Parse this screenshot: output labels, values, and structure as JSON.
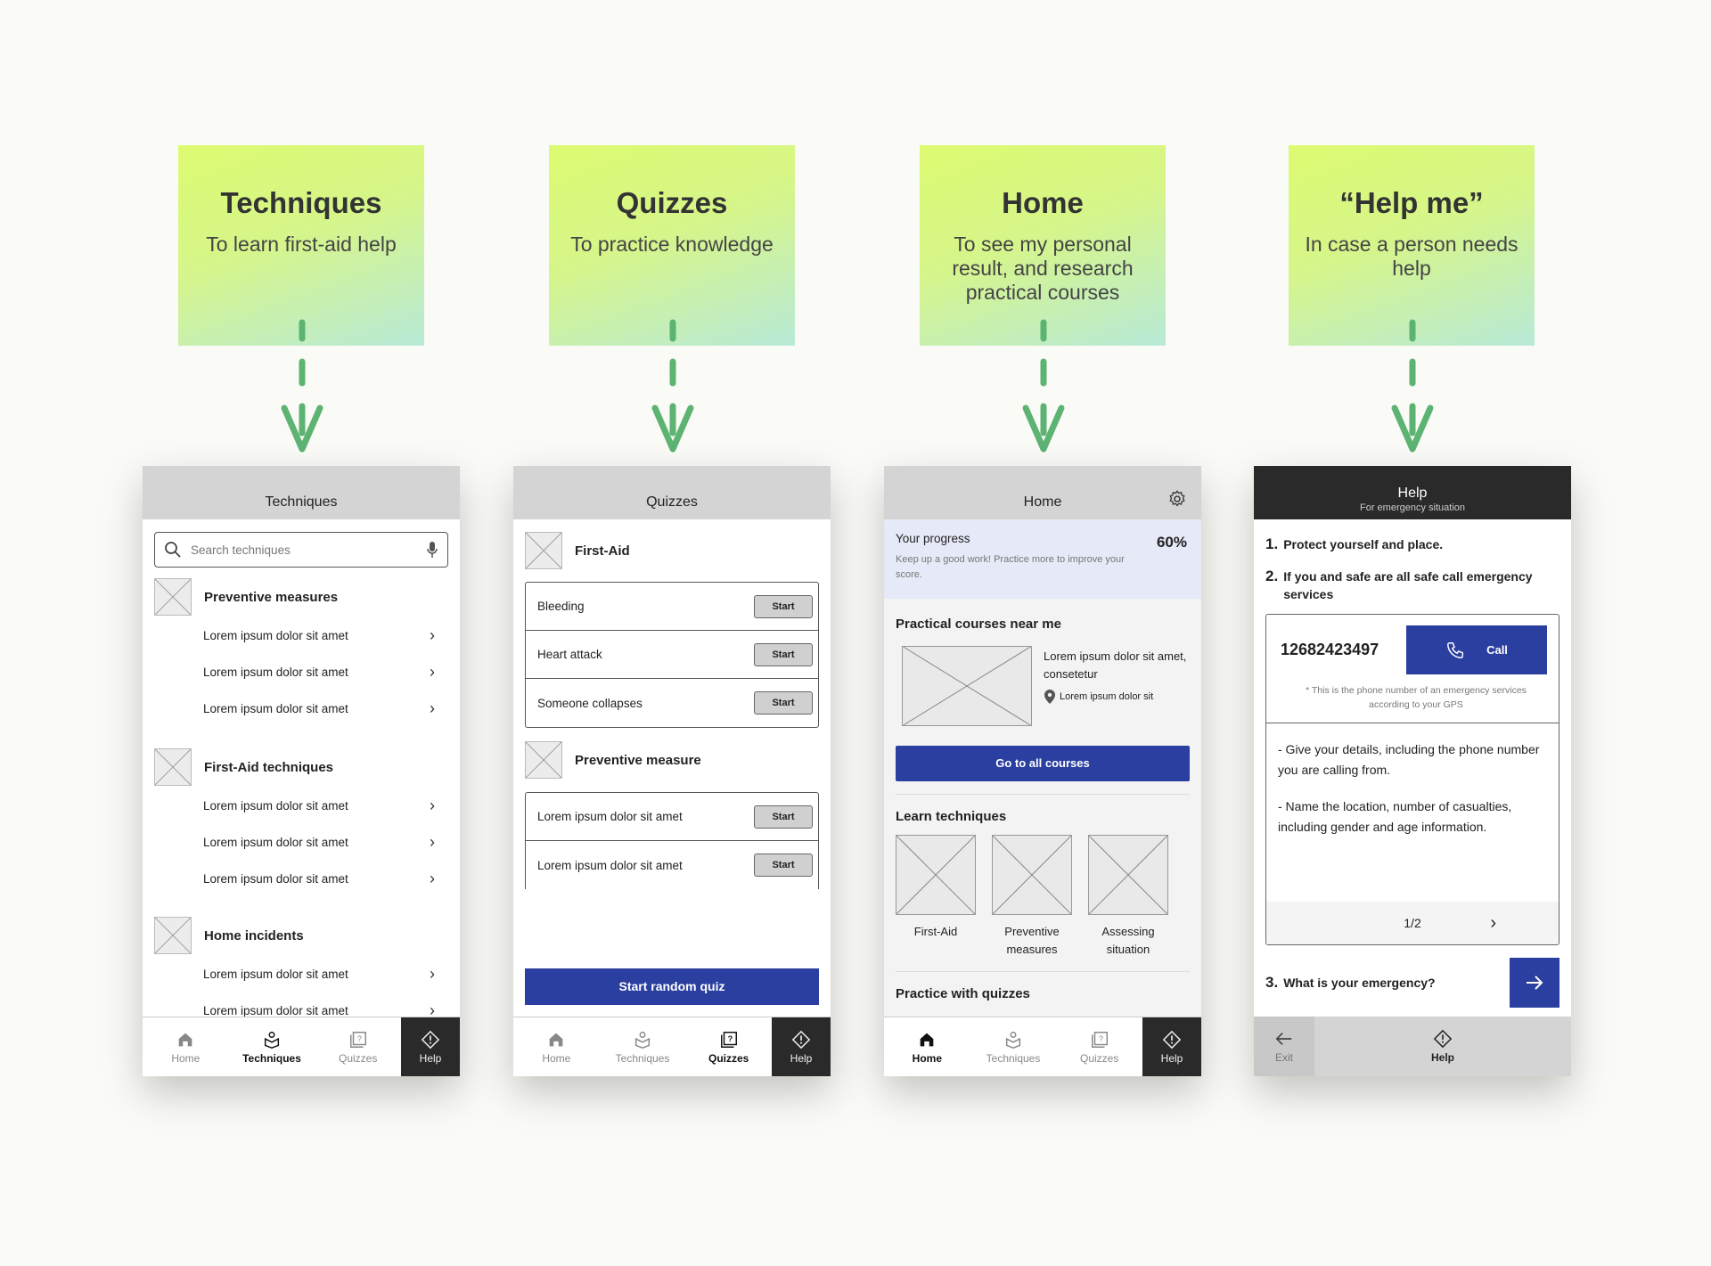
{
  "notes": [
    {
      "title": "Techniques",
      "subtitle": "To learn first-aid help"
    },
    {
      "title": "Quizzes",
      "subtitle": "To practice knowledge"
    },
    {
      "title": "Home",
      "subtitle": "To see my personal result, and research practical courses"
    },
    {
      "title": "“Help me”",
      "subtitle": "In case a person needs help"
    }
  ],
  "colors": {
    "note_start": "#ddfb70",
    "note_end": "#b8ead8",
    "arrow": "#5cb372",
    "primary": "#2b3fa0",
    "dark": "#2a2a2a"
  },
  "nav": {
    "home": "Home",
    "techniques": "Techniques",
    "quizzes": "Quizzes",
    "help": "Help",
    "exit": "Exit"
  },
  "techniques": {
    "title": "Techniques",
    "search_placeholder": "Search techniques",
    "sections": [
      {
        "title": "Preventive measures",
        "items": [
          "Lorem ipsum dolor sit amet",
          "Lorem ipsum dolor sit amet",
          "Lorem ipsum dolor sit amet"
        ]
      },
      {
        "title": "First-Aid techniques",
        "items": [
          "Lorem ipsum dolor sit amet",
          "Lorem ipsum dolor sit amet",
          "Lorem ipsum dolor sit amet"
        ]
      },
      {
        "title": "Home incidents",
        "items": [
          "Lorem ipsum dolor sit amet",
          "Lorem ipsum dolor sit amet"
        ]
      }
    ]
  },
  "quizzes": {
    "title": "Quizzes",
    "start": "Start",
    "groups": [
      {
        "title": "First-Aid",
        "items": [
          "Bleeding",
          "Heart attack",
          "Someone collapses"
        ]
      },
      {
        "title": "Preventive measure",
        "items": [
          "Lorem ipsum dolor sit amet",
          "Lorem ipsum dolor sit amet"
        ]
      }
    ],
    "random_button": "Start random quiz"
  },
  "home": {
    "title": "Home",
    "progress_label": "Your progress",
    "progress_value": "60%",
    "progress_text": "Keep up a good work! Practice more to improve your score.",
    "courses_title": "Practical courses near me",
    "course_text": "Lorem ipsum dolor sit amet, consetetur",
    "course_location": "Lorem ipsum dolor sit",
    "all_courses": "Go to all courses",
    "learn_title": "Learn techniques",
    "learn_items": [
      "First-Aid",
      "Preventive measures",
      "Assessing situation"
    ],
    "quizzes_title": "Practice with quizzes"
  },
  "help": {
    "title": "Help",
    "subtitle": "For emergency situation",
    "step1": "Protect yourself and place.",
    "step2": "If you and safe are all safe call emergency services",
    "phone": "12682423497",
    "call": "Call",
    "phone_note": "* This is the phone number of an emergency services according to your GPS",
    "tip1": "- Give your details, including the phone number you are calling from.",
    "tip2": "- Name the location, number of casualties, including gender and age information.",
    "pager": "1/2",
    "step3": "What is your emergency?"
  }
}
